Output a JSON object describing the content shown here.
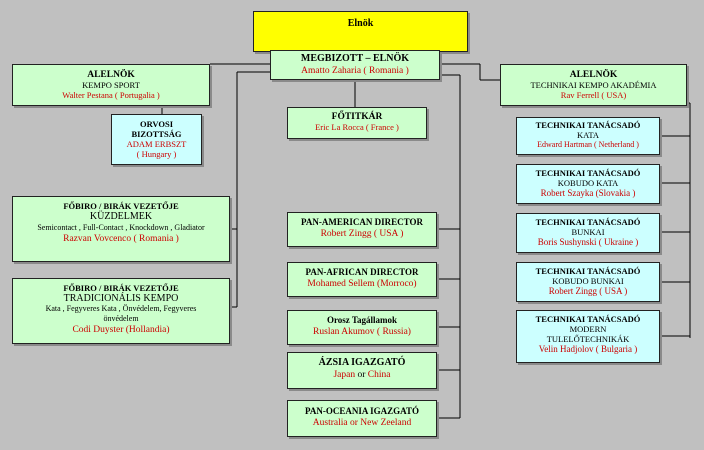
{
  "president": {
    "title": "Elnök"
  },
  "acting_president": {
    "title": "MEGBIZOTT – ELNÖK",
    "name": "Amatto Zaharia ( Romania )"
  },
  "vice_president": {
    "title": "ALELNÖK",
    "subtitle": "KEMPO SPORT",
    "name": "Walter Pestana ( Portugalia )"
  },
  "medical_committee": {
    "title_line1": "ORVOSI",
    "title_line2": "BIZOTTSÁG",
    "name": "ADAM ERBSZT",
    "country": "( Hungary )"
  },
  "secretary_general": {
    "title": "FŐTITKÁR",
    "name": "Eric La Rocca ( France )"
  },
  "tech_vice_president": {
    "title": "ALELNÖK",
    "subtitle": "TECHNIKAI KEMPO AKADÉMIA",
    "name": "Rav Ferrell ( USA)"
  },
  "chief_referee_fighting": {
    "title": "FŐBIRO / BIRÁK VEZETŐJE",
    "subtitle": "KÜZDELMEK",
    "detail": "Semicontact , Full-Contact , Knockdown , Gladiator",
    "name": "Razvan Vovcenco ( Romania )"
  },
  "chief_referee_traditional": {
    "title": "FŐBIRO / BIRÁK VEZETŐJE",
    "subtitle": "TRADICIONÁLIS KEMPO",
    "detail_line1": "Kata , Fegyveres Kata , Önvédelem, Fegyveres",
    "detail_line2": "önvédelem",
    "name": "Codi Duyster (Hollandia)"
  },
  "directors": [
    {
      "title": "PAN-AMERICAN DIRECTOR",
      "name": "Robert Zingg ( USA )"
    },
    {
      "title": "PAN-AFRICAN  DIRECTOR",
      "name": "Mohamed Sellem (Morroco)"
    },
    {
      "title": "Orosz Tagállamok",
      "name": "Ruslan Akumov ( Russia)"
    },
    {
      "title": "ÁZSIA IGAZGATÓ",
      "name_a": "Japan",
      "sep": " or ",
      "name_b": "China"
    },
    {
      "title": "PAN-OCEANIA IGAZGATÓ",
      "name": "Australia or New Zeeland"
    }
  ],
  "tech_advisors": [
    {
      "title": "TECHNIKAI TANÁCSADÓ",
      "subtitle": "KATA",
      "name": "Edward Hartman ( Netherland )"
    },
    {
      "title": "TECHNIKAI TANÁCSADÓ",
      "subtitle": "KOBUDO KATA",
      "name": "Robert Szayka  (Slovakia  )"
    },
    {
      "title": "TECHNIKAI TANÁCSADÓ",
      "subtitle": "BUNKAI",
      "name": "Boris Sushynski ( Ukraine )"
    },
    {
      "title": "TECHNIKAI TANÁCSADÓ",
      "subtitle": "KOBUDO BUNKAI",
      "name": "Robert Zingg ( USA )"
    },
    {
      "title": "TECHNIKAI TANÁCSADÓ",
      "subtitle": "MODERN",
      "subtitle2": "TULELŐTECHNIKÁK",
      "name": "Velin Hadjolov  ( Bulgaria )"
    }
  ]
}
